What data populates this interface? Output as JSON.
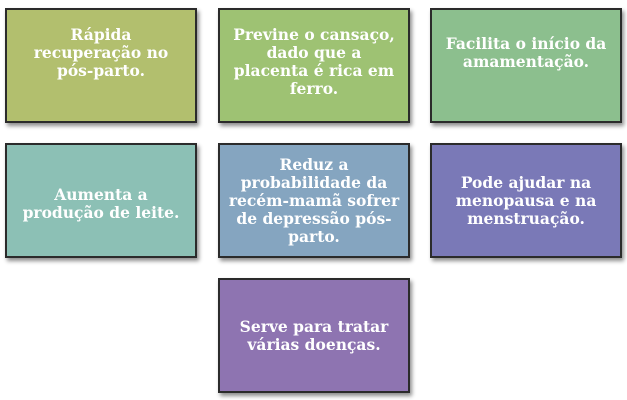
{
  "boxes": [
    {
      "text": "Rápida recuperação no pós-parto.",
      "color": "#b2bf6e"
    },
    {
      "text": "Previne o cansaço, dado que a placenta é rica em ferro.",
      "color": "#9ec273"
    },
    {
      "text": "Facilita o início da amamentação.",
      "color": "#8cbf8e"
    },
    {
      "text": "Aumenta a produção de leite.",
      "color": "#8cc0b5"
    },
    {
      "text": "Reduz a probabilidade da recém-mamã sofrer de depressão pós-parto.",
      "color": "#85a5c0"
    },
    {
      "text": "Pode ajudar na menopausa e na menstruação.",
      "color": "#7a79b7"
    },
    {
      "text": "Serve para tratar várias  doenças.",
      "color": "#8e74b1"
    }
  ]
}
